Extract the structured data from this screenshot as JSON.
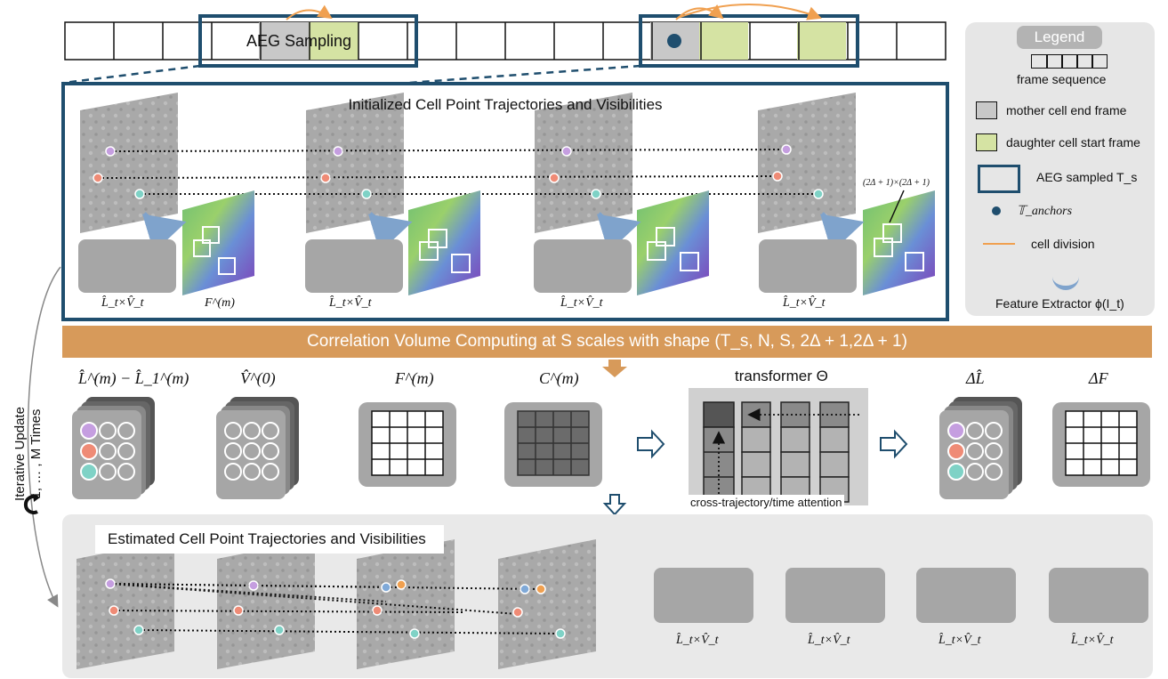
{
  "sampling_label": "AEG Sampling",
  "init_title": "Initialized Cell Point Trajectories and Visibilities",
  "est_title": "Estimated Cell Point Trajectories and Visibilities",
  "corr_text": "Correlation Volume Computing at S scales with shape (T_s, N, S, 2Δ + 1,2Δ + 1)",
  "iter_line1": "Iterative Update",
  "iter_line2": "1, … , M Times",
  "window_size": "(2Δ + 1)×(2Δ + 1)",
  "lt_vt": "L̂_t×V̂_t",
  "feature_map": "F^(m)",
  "stage_labels": {
    "l_diff": "L̂^(m) − L̂_1^(m)",
    "v0": "V̂^(0)",
    "fm": "F^(m)",
    "cm": "C^(m)",
    "transformer": "transformer Θ",
    "delta_l": "ΔL̂",
    "delta_f": "ΔF"
  },
  "attention_label": "cross-trajectory/time attention",
  "legend": {
    "title": "Legend",
    "frame_sequence": "frame sequence",
    "mother": "mother cell end frame",
    "daughter": "daughter cell start frame",
    "aeg": "AEG sampled T_s",
    "anchors": "𝕋_anchors",
    "division": "cell division",
    "extractor": "Feature Extractor ϕ(I_t)"
  },
  "colors": {
    "navy": "#1f4e6e",
    "mother_gray": "#c8c8c8",
    "daughter_green": "#d5e3a3",
    "orange": "#f0a050",
    "purple": "#c59ee0",
    "salmon": "#ef8b76",
    "teal": "#7fd2c6",
    "blue": "#7fa9d8"
  }
}
